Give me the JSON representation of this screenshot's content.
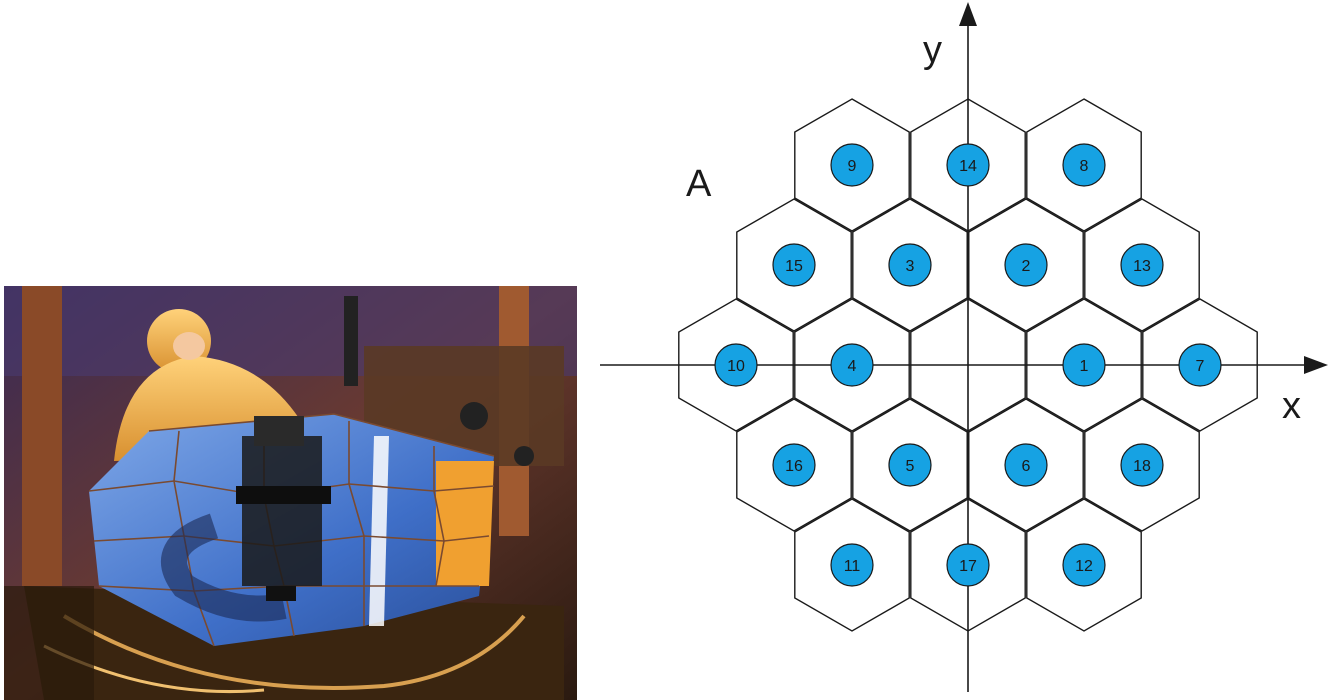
{
  "diagram": {
    "panel_label": "A",
    "x_axis_label": "x",
    "y_axis_label": "y",
    "segments": [
      {
        "number": "1",
        "col": 1,
        "row": 0
      },
      {
        "number": "2",
        "col": 0.5,
        "row": 1
      },
      {
        "number": "3",
        "col": -0.5,
        "row": 1
      },
      {
        "number": "4",
        "col": -1,
        "row": 0
      },
      {
        "number": "5",
        "col": -0.5,
        "row": -1
      },
      {
        "number": "6",
        "col": 0.5,
        "row": -1
      },
      {
        "number": "7",
        "col": 2,
        "row": 0
      },
      {
        "number": "8",
        "col": 1,
        "row": 2
      },
      {
        "number": "9",
        "col": -1,
        "row": 2
      },
      {
        "number": "10",
        "col": -2,
        "row": 0
      },
      {
        "number": "11",
        "col": -1,
        "row": -2
      },
      {
        "number": "12",
        "col": 1,
        "row": -2
      },
      {
        "number": "13",
        "col": 1.5,
        "row": 1
      },
      {
        "number": "14",
        "col": 0,
        "row": 2
      },
      {
        "number": "15",
        "col": -1.5,
        "row": 1
      },
      {
        "number": "16",
        "col": -1.5,
        "row": -1
      },
      {
        "number": "17",
        "col": 0,
        "row": -2
      },
      {
        "number": "18",
        "col": 1.5,
        "row": -1
      }
    ],
    "empty_center": {
      "col": 0,
      "row": 0
    },
    "colors": {
      "segment_marker": "#16a2e3",
      "line": "#1a1a1a"
    }
  },
  "photo": {
    "description_icon": "segmented-mirror-photo-icon"
  }
}
